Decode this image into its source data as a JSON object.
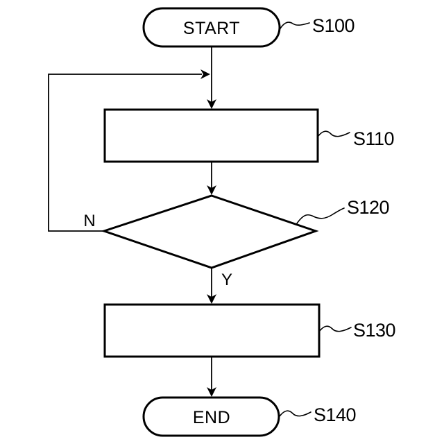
{
  "figure": {
    "type": "flowchart",
    "background_color": "#ffffff",
    "line_color": "#000000",
    "nodes": [
      {
        "id": "start",
        "shape": "terminator",
        "label": "START",
        "step": "S100"
      },
      {
        "id": "s110",
        "shape": "process",
        "label": "",
        "step": "S110"
      },
      {
        "id": "s120",
        "shape": "decision",
        "label": "",
        "step": "S120"
      },
      {
        "id": "s130",
        "shape": "process",
        "label": "",
        "step": "S130"
      },
      {
        "id": "end",
        "shape": "terminator",
        "label": "END",
        "step": "S140"
      }
    ],
    "branches": {
      "no_label": "N",
      "yes_label": "Y"
    }
  }
}
